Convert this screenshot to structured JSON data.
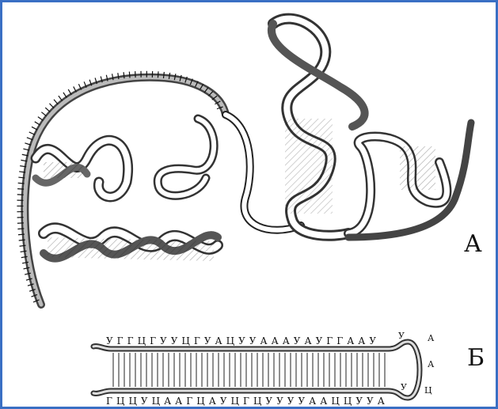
{
  "panels": {
    "a": {
      "label": "А"
    },
    "b": {
      "label": "Б",
      "top_sequence": "У Г Г Ц Г У У Ц Г У А Ц У У А А А У А У Г Г А А У",
      "bottom_sequence": "Г Ц Ц У Ц А А Г Ц А У Ц Г Ц У У У У А А Ц Ц У У А",
      "loop_bases": [
        "У",
        "А",
        "А",
        "Ц",
        "У"
      ]
    }
  },
  "colors": {
    "frame": "#3a6fc4",
    "ink": "#111111",
    "strand_fill": "#8a8a8a"
  }
}
